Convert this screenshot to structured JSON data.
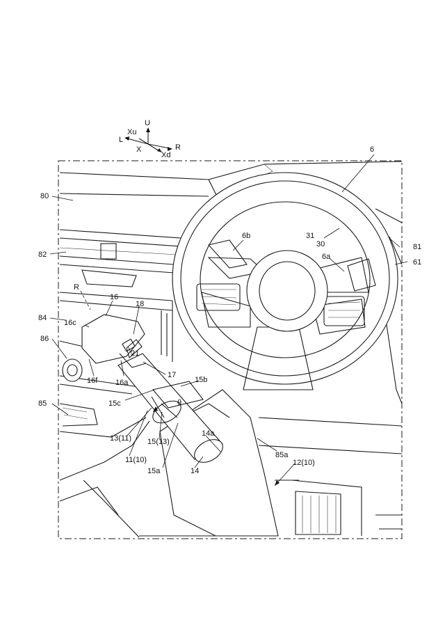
{
  "axes": {
    "U": "U",
    "L": "L",
    "R": "R",
    "X": "X",
    "Xu": "Xu",
    "Xd": "Xd"
  },
  "labels": {
    "n6": "6",
    "n80": "80",
    "n82": "82",
    "n84": "84",
    "n86": "86",
    "n85": "85",
    "n81": "81",
    "n61": "61",
    "n31": "31",
    "n30": "30",
    "n6b": "6b",
    "n6a": "6a",
    "R": "R",
    "n16": "16",
    "n18": "18",
    "n16c": "16c",
    "n21": "21",
    "n16f": "16f",
    "n16a": "16a",
    "n17": "17",
    "n15b": "15b",
    "theta": "θ",
    "n15c": "15c",
    "n13_11": "13(11)",
    "n15_13": "15(13)",
    "n14a": "14a",
    "n11_10": "11(10)",
    "n15a": "15a",
    "n14": "14",
    "n85a": "85a",
    "n12_10": "12(10)"
  }
}
